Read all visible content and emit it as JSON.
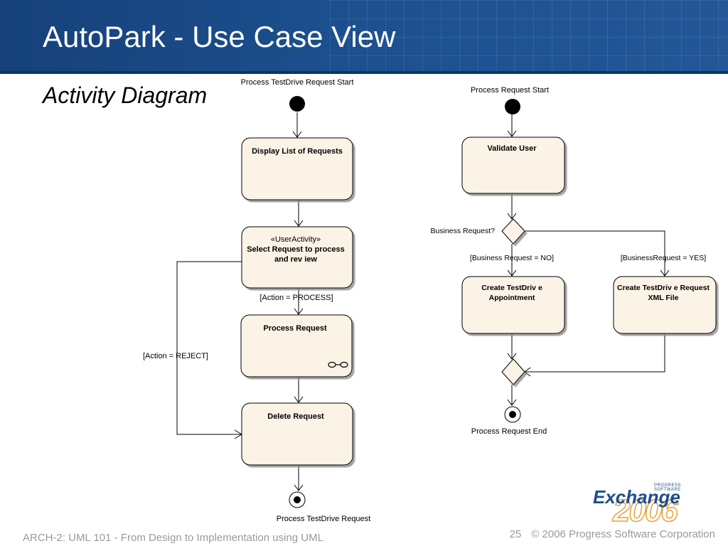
{
  "slide": {
    "title": "AutoPark - Use Case View",
    "subtitle": "Activity Diagram"
  },
  "diagram": {
    "left": {
      "start_label": "Process TestDrive Request Start",
      "display_list": "Display List of Requests",
      "select_stereotype": "«UserActivity»",
      "select_line1": "Select Request to process",
      "select_line2": "and rev iew",
      "guard_process": "[Action = PROCESS]",
      "guard_reject": "[Action = REJECT]",
      "process_request": "Process Request",
      "delete_request": "Delete Request",
      "end_label": "Process TestDrive Request"
    },
    "right": {
      "start_label": "Process Request Start",
      "validate_user": "Validate User",
      "decision_label": "Business Request?",
      "guard_no": "[Business Request = NO]",
      "guard_yes": "[BusinessRequest = YES]",
      "create_appt_line1": "Create TestDriv e",
      "create_appt_line2": "Appointment",
      "create_xml_line1": "Create TestDriv e Request",
      "create_xml_line2": "XML File",
      "end_label": "Process Request End"
    }
  },
  "footer": {
    "left": "ARCH-2: UML 101 - From Design to Implementation using UML",
    "page_number": "25",
    "copyright": "© 2006 Progress Software Corporation"
  },
  "logo": {
    "small_text": "PROGRESS SOFTWARE",
    "word": "Exchange",
    "year": "2006"
  },
  "colors": {
    "header": "#1c4f8e",
    "node_fill": "#fbf3e6",
    "footer_text": "#9a9a9a"
  }
}
